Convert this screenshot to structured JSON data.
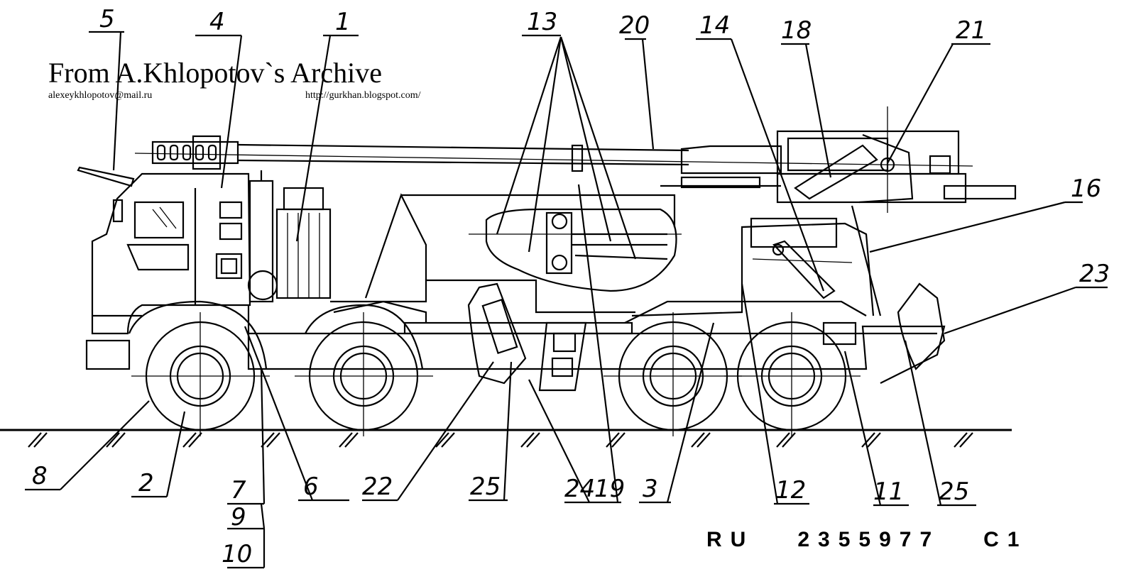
{
  "watermark": {
    "title": "From A.Khlopotov`s Archive",
    "email": "alexeykhlopotov@mail.ru",
    "url": "http://gurkhan.blogspot.com/"
  },
  "patent_number": "RU   2355977   C1",
  "callouts": [
    {
      "id": "c1",
      "text": "1"
    },
    {
      "id": "c2",
      "text": "2"
    },
    {
      "id": "c3",
      "text": "3"
    },
    {
      "id": "c4",
      "text": "4"
    },
    {
      "id": "c5",
      "text": "5"
    },
    {
      "id": "c6",
      "text": "6"
    },
    {
      "id": "c7",
      "text": "7"
    },
    {
      "id": "c8",
      "text": "8"
    },
    {
      "id": "c9",
      "text": "9"
    },
    {
      "id": "c10",
      "text": "10"
    },
    {
      "id": "c11",
      "text": "11"
    },
    {
      "id": "c12",
      "text": "12"
    },
    {
      "id": "c13",
      "text": "13"
    },
    {
      "id": "c14",
      "text": "14"
    },
    {
      "id": "c16",
      "text": "16"
    },
    {
      "id": "c18",
      "text": "18"
    },
    {
      "id": "c19",
      "text": "19"
    },
    {
      "id": "c20",
      "text": "20"
    },
    {
      "id": "c21",
      "text": "21"
    },
    {
      "id": "c22",
      "text": "22"
    },
    {
      "id": "c23",
      "text": "23"
    },
    {
      "id": "c24",
      "text": "24"
    },
    {
      "id": "c25a",
      "text": "25"
    },
    {
      "id": "c25b",
      "text": "25"
    }
  ]
}
